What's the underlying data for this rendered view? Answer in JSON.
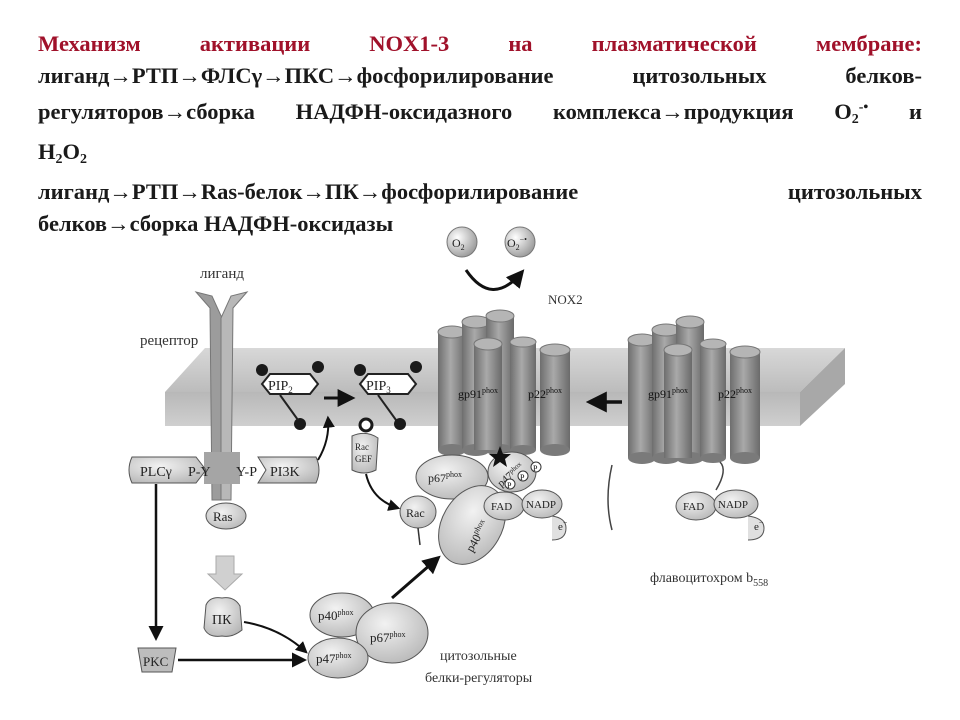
{
  "heading": {
    "title": "Механизм активации NOX1-3 на плазматической мембране:",
    "pathway1_line1": "лиганд→РТП→ФЛСγ→ПКС→фосфорилирование цитозольных белков-",
    "pathway1_line2": "регуляторов→сборка НАДФН-оксидазного комплекса→продукция O",
    "pathway1_sub": "2",
    "pathway1_sup": "-•",
    "pathway1_and": " и",
    "h2o2_h": "H",
    "h2o2_sub1": "2",
    "h2o2_o": "O",
    "h2o2_sub2": "2",
    "pathway2_line1": "лиганд→РТП→Ras-белок→ПК→фосфорилирование цитозольных",
    "pathway2_line2": "белков→сборка НАДФН-оксидазы"
  },
  "diagram": {
    "ligand": "лиганд",
    "receptor": "рецептор",
    "plc": "PLCγ",
    "py_left": "P-Y",
    "yp_right": "Y-P",
    "pi3k": "PI3K",
    "ras": "Ras",
    "pk": "ПК",
    "pkc": "PKC",
    "pip2": "PIP",
    "pip2_sub": "2",
    "pip3": "PIP",
    "pip3_sub": "3",
    "rac_gef_1": "Rac",
    "rac_gef_2": "GEF",
    "rac": "Rac",
    "o2": "O",
    "o2_sub": "2",
    "o2_radical": "O",
    "o2_radical_sub": "2",
    "o2_radical_sup": "−•",
    "nox2": "NOX2",
    "gp91": "gp91",
    "phox": "phox",
    "p22": "p22",
    "p67": "p67",
    "p47": "p47",
    "p40": "p40",
    "fad": "FAD",
    "nadp": "NADP",
    "electron": "e",
    "electron_sup": "−",
    "phospho": "P",
    "cytochrome": "флавоцитохром b",
    "cytochrome_sub": "558",
    "cytosolic_1": "цитозольные",
    "cytosolic_2": "белки-регуляторы"
  },
  "colors": {
    "title": "#a0112a",
    "text": "#1a1a1a",
    "membrane": "#c9c9c9",
    "cylinder_side": "#8f8f8f",
    "cylinder_top": "#a8a8a8",
    "protein": "#d6d6d6",
    "dark": "#2a2a2a"
  }
}
